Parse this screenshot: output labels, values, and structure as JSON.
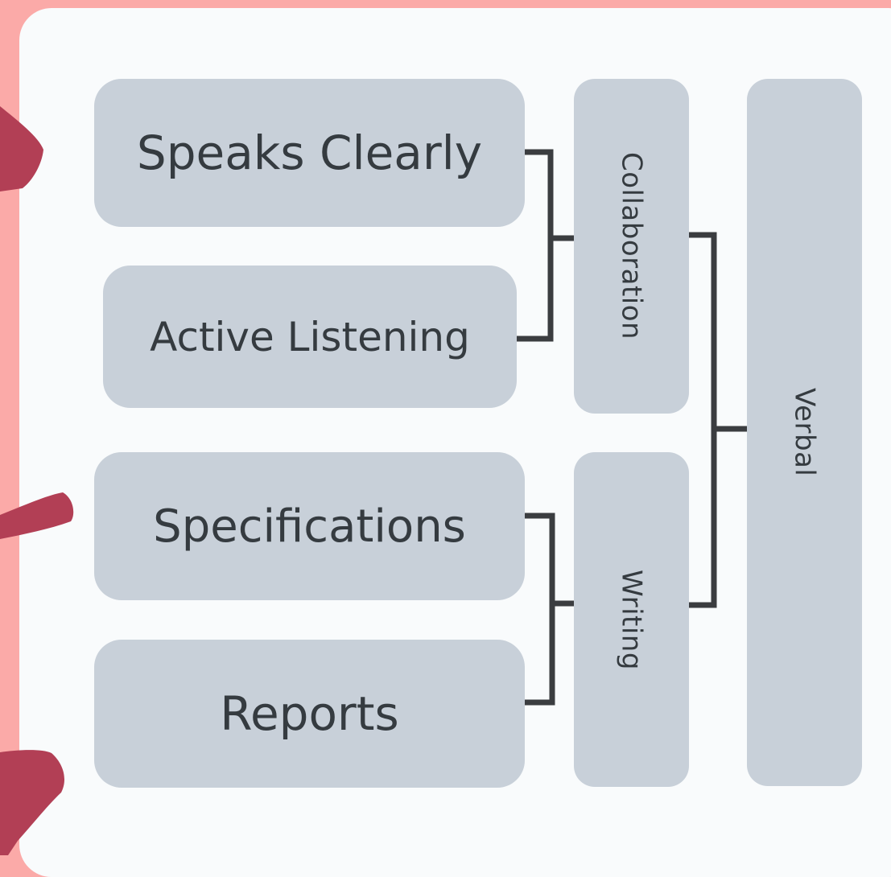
{
  "diagram": {
    "leaf_nodes": [
      {
        "id": "speaks-clearly",
        "label": "Speaks Clearly"
      },
      {
        "id": "active-listening",
        "label": "Active Listening"
      },
      {
        "id": "specifications",
        "label": "Specifications"
      },
      {
        "id": "reports",
        "label": "Reports"
      }
    ],
    "group_nodes": [
      {
        "id": "collaboration",
        "label": "Collaboration",
        "children": [
          "speaks-clearly",
          "active-listening"
        ]
      },
      {
        "id": "writing",
        "label": "Writing",
        "children": [
          "specifications",
          "reports"
        ]
      }
    ],
    "root_node": {
      "id": "verbal",
      "label": "Verbal",
      "children": [
        "collaboration",
        "writing"
      ]
    }
  },
  "colors": {
    "background": "#fbaaa8",
    "panel": "#f9fbfc",
    "box": "#c8d0d9",
    "text": "#353b40",
    "connector": "#3b3d40",
    "brush_stroke": "#b23f55"
  }
}
